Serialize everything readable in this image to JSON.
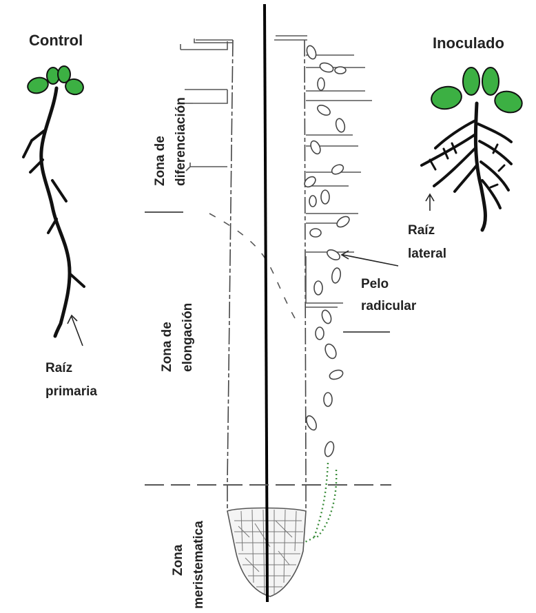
{
  "labels": {
    "control": "Control",
    "inoculado": "Inoculado",
    "zona_dif_line1": "Zona de",
    "zona_dif_line2": "diferenciación",
    "zona_elong_line1": "Zona de",
    "zona_elong_line2": "elongación",
    "zona_mer_line1": "Zona",
    "zona_mer_line2": "meristematica",
    "raiz_primaria_line1": "Raíz",
    "raiz_primaria_line2": "primaria",
    "raiz_lateral_line1": "Raíz",
    "raiz_lateral_line2": "lateral",
    "pelo_line1": "Pelo",
    "pelo_line2": "radicular"
  },
  "colors": {
    "leaf_green": "#3cb043",
    "root_black": "#111111",
    "line_gray": "#555555"
  }
}
